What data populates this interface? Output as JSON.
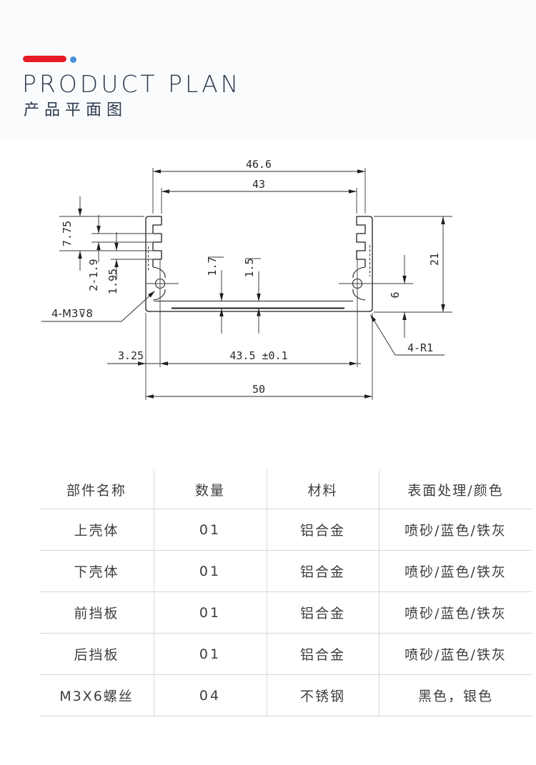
{
  "page": {
    "background": "#fafbfd",
    "panel_background": "#ffffff"
  },
  "header": {
    "accent_bar_color": "#e81c24",
    "accent_dot_color": "#4a90d9",
    "title_en": "PRODUCT PLAN",
    "title_zh": "产品平面图",
    "title_color": "#2d3b4e"
  },
  "drawing": {
    "type": "engineering-cross-section",
    "line_color": "#1f1f1f",
    "dims": {
      "top_outer_width": "46.6",
      "top_inner_width": "43",
      "left_upper_height": "7.75",
      "left_slot": "2-1.9",
      "left_tooth": "1.95",
      "screw_note": "4-M3⊽8",
      "floor_thickness_a": "1.7",
      "floor_thickness_b": "1.5",
      "total_height": "21",
      "boss_center_height": "6",
      "corner_radius_note": "4-R1",
      "edge_to_hole": "3.25",
      "hole_span": "43.5 ±0.1",
      "bottom_outer_width": "50"
    }
  },
  "table": {
    "headers": [
      "部件名称",
      "数量",
      "材料",
      "表面处理/颜色"
    ],
    "rows": [
      [
        "上壳体",
        "01",
        "铝合金",
        "喷砂/蓝色/铁灰"
      ],
      [
        "下壳体",
        "01",
        "铝合金",
        "喷砂/蓝色/铁灰"
      ],
      [
        "前挡板",
        "01",
        "铝合金",
        "喷砂/蓝色/铁灰"
      ],
      [
        "后挡板",
        "01",
        "铝合金",
        "喷砂/蓝色/铁灰"
      ],
      [
        "M3X6螺丝",
        "04",
        "不锈钢",
        "黑色，银色"
      ]
    ]
  }
}
